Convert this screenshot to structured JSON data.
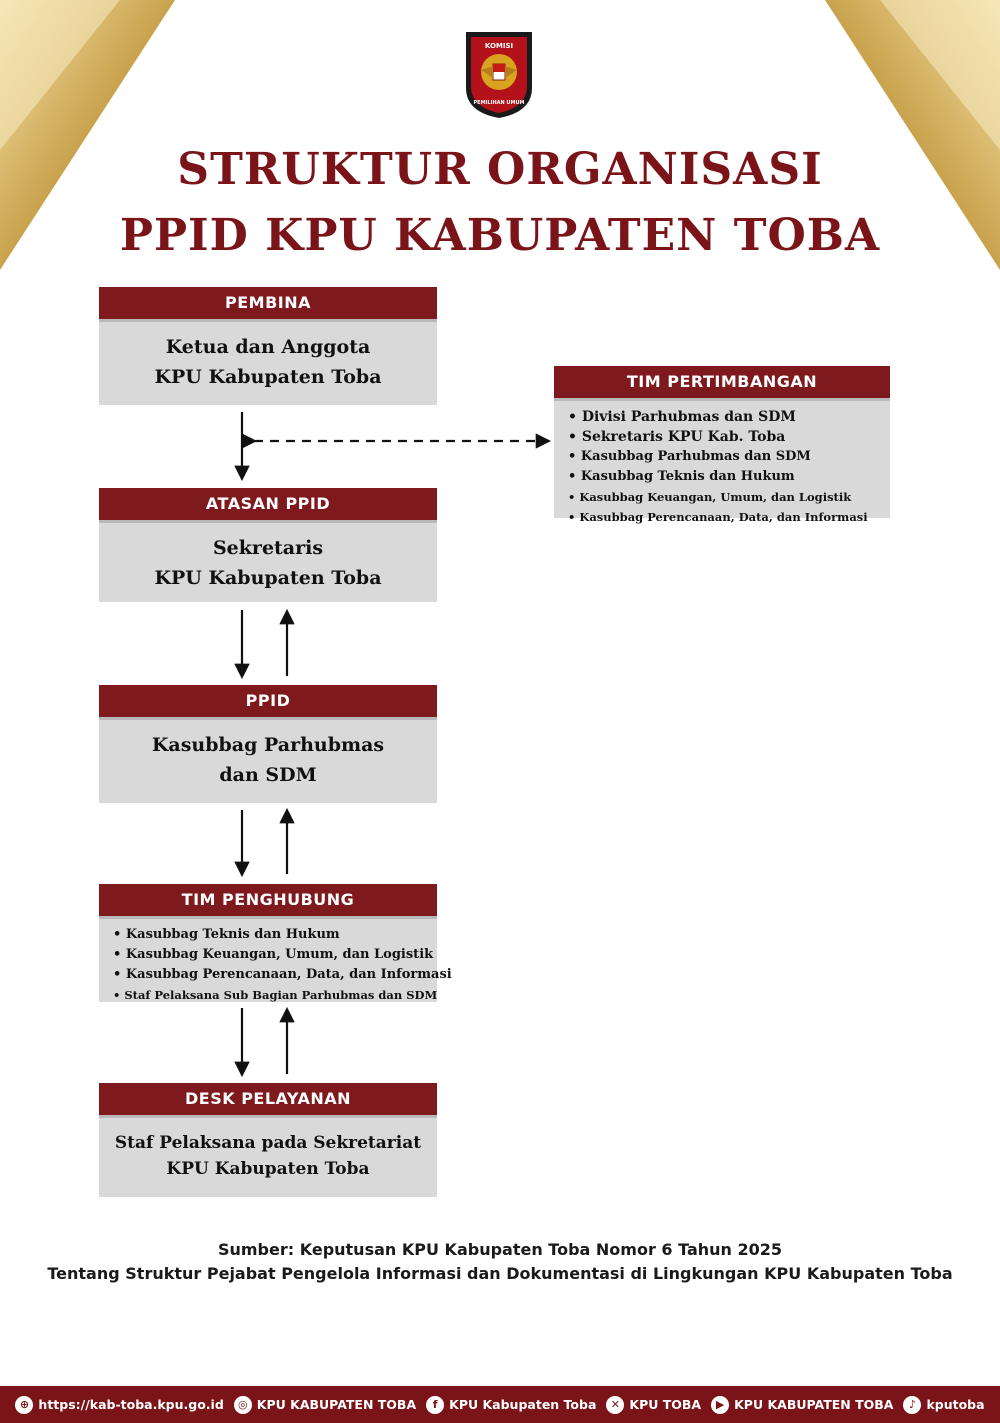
{
  "title": {
    "line1": "STRUKTUR ORGANISASI",
    "line2": "PPID KPU KABUPATEN TOBA"
  },
  "logo": {
    "text_top": "KOMISI",
    "text_bottom": "PEMILIHAN UMUM",
    "icon": "garuda-emblem-icon"
  },
  "boxes": {
    "pembina": {
      "header": "PEMBINA",
      "lines": [
        "Ketua dan Anggota",
        "KPU Kabupaten Toba"
      ]
    },
    "atasan": {
      "header": "ATASAN PPID",
      "lines": [
        "Sekretaris",
        "KPU Kabupaten Toba"
      ]
    },
    "ppid": {
      "header": "PPID",
      "lines": [
        "Kasubbag Parhubmas",
        "dan SDM"
      ]
    },
    "penghubung": {
      "header": "TIM PENGHUBUNG",
      "items": [
        "Kasubbag Teknis dan Hukum",
        "Kasubbag Keuangan, Umum, dan Logistik",
        "Kasubbag Perencanaan, Data, dan Informasi",
        "Staf Pelaksana Sub Bagian Parhubmas dan SDM"
      ]
    },
    "desk": {
      "header": "DESK PELAYANAN",
      "lines": [
        "Staf Pelaksana pada Sekretariat",
        "KPU Kabupaten Toba"
      ]
    },
    "pertimbangan": {
      "header": "TIM PERTIMBANGAN",
      "items": [
        "Divisi Parhubmas dan SDM",
        "Sekretaris KPU Kab. Toba",
        "Kasubbag Parhubmas dan SDM",
        "Kasubbag Teknis dan Hukum",
        "Kasubbag Keuangan, Umum, dan Logistik",
        "Kasubbag Perencanaan, Data, dan Informasi"
      ]
    }
  },
  "source": {
    "line1": "Sumber: Keputusan KPU Kabupaten Toba Nomor 6 Tahun 2025",
    "line2": "Tentang Struktur Pejabat Pengelola Informasi dan Dokumentasi di Lingkungan KPU Kabupaten Toba"
  },
  "footer": [
    {
      "icon": "globe-icon",
      "text": "https://kab-toba.kpu.go.id"
    },
    {
      "icon": "instagram-icon",
      "text": "KPU KABUPATEN TOBA"
    },
    {
      "icon": "facebook-icon",
      "text": "KPU Kabupaten Toba"
    },
    {
      "icon": "x-twitter-icon",
      "text": "KPU TOBA"
    },
    {
      "icon": "youtube-icon",
      "text": "KPU KABUPATEN TOBA"
    },
    {
      "icon": "tiktok-icon",
      "text": "kputoba"
    }
  ],
  "colors": {
    "brand_red": "#7a1419",
    "header_red": "#7e1a1e",
    "box_gray": "#d9d9d9",
    "gold": "#d4b061"
  }
}
